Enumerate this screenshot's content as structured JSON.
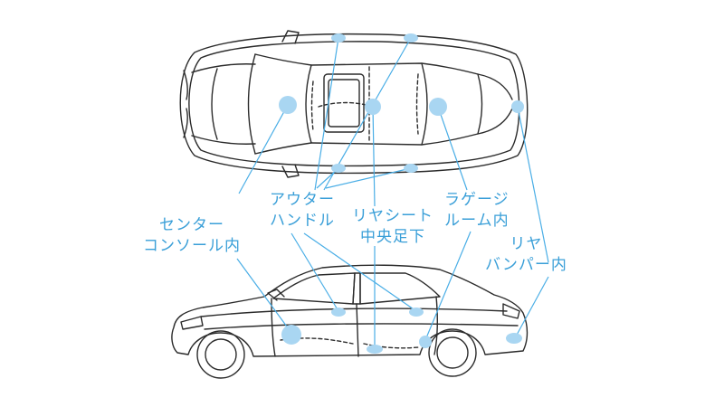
{
  "colors": {
    "accent": "#3a9fd8",
    "hotspot": "#a9d6f2",
    "line": "#4aaee6",
    "car": "#2b2b2b",
    "background": "#ffffff"
  },
  "labels": {
    "center_console": [
      "センター",
      "コンソール内"
    ],
    "outer_handle": [
      "アウター",
      "ハンドル"
    ],
    "rear_seat_foot": [
      "リヤシート",
      "中央足下"
    ],
    "luggage_room": [
      "ラゲージ",
      "ルーム内"
    ],
    "rear_bumper": [
      "リヤ",
      "バンパー内"
    ]
  },
  "icons": {
    "top_view": "car-top-view-icon",
    "side_view": "car-side-view-icon"
  }
}
